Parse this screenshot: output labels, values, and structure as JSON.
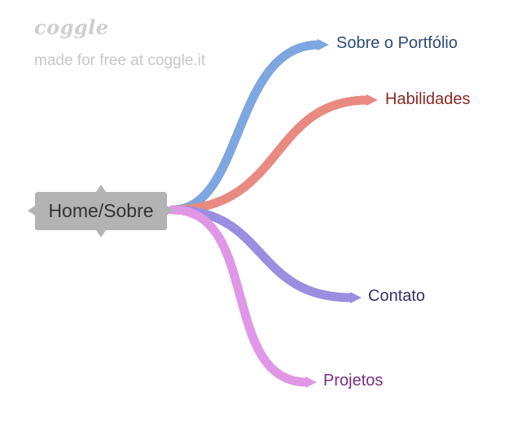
{
  "brand": {
    "logo_text": "coggle",
    "tagline": "made for free at coggle.it"
  },
  "mindmap": {
    "root": {
      "label": "Home/Sobre",
      "color": "#b3b3b3"
    },
    "branches": [
      {
        "id": "sobre",
        "label": "Sobre o Portfólio",
        "stroke_color": "#7ea6e0",
        "text_color": "#2e4a7a"
      },
      {
        "id": "habilidades",
        "label": "Habilidades",
        "stroke_color": "#e88a82",
        "text_color": "#8a2a22"
      },
      {
        "id": "contato",
        "label": "Contato",
        "stroke_color": "#9a8ee0",
        "text_color": "#3a2e6e"
      },
      {
        "id": "projetos",
        "label": "Projetos",
        "stroke_color": "#e097e6",
        "text_color": "#7a2e82"
      }
    ]
  }
}
